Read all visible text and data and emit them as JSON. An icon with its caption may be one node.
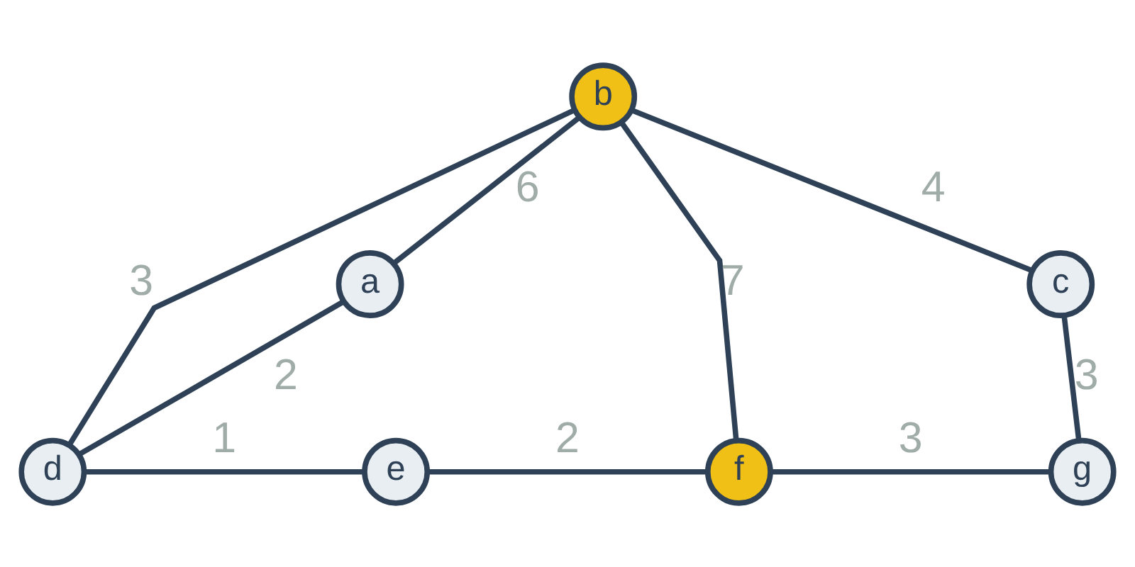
{
  "diagram": {
    "nodes": [
      {
        "text": [
          "a"
        ]
      },
      {
        "text": [
          "b"
        ]
      },
      {
        "text": [
          "c"
        ]
      },
      {
        "text": [
          "d"
        ]
      },
      {
        "text": [
          "e"
        ]
      },
      {
        "text": [
          "f"
        ]
      },
      {
        "text": [
          "g"
        ]
      }
    ],
    "edges": [
      {
        "from": 0,
        "to": 1,
        "arrow": "none",
        "label": "6"
      },
      {
        "from": 1,
        "to": 2,
        "arrow": "none",
        "label": "4"
      },
      {
        "from": 1,
        "to": 3,
        "arrow": "none",
        "label": "3"
      },
      {
        "from": 1,
        "to": 5,
        "arrow": "none",
        "label": "7"
      },
      {
        "from": 0,
        "to": 3,
        "arrow": "none",
        "label": "2"
      },
      {
        "from": 2,
        "to": 6,
        "arrow": "none",
        "label": "3"
      },
      {
        "from": 3,
        "to": 4,
        "arrow": "none",
        "label": "1"
      },
      {
        "from": 4,
        "to": 5,
        "arrow": "none",
        "label": "2"
      },
      {
        "from": 5,
        "to": 6,
        "arrow": "none",
        "label": "3"
      }
    ]
  }
}
